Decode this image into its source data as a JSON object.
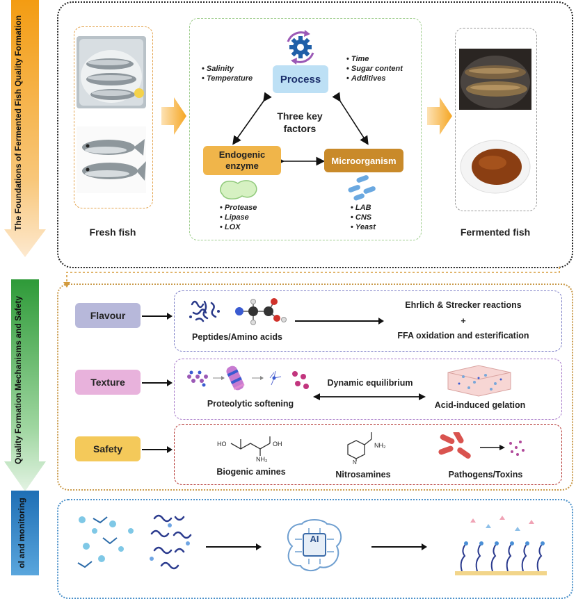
{
  "side_labels": {
    "foundations": "The Foundations of Fermented Fish Quality Formation",
    "mechanisms": "Quality Formation Mechanisms and Safety",
    "control": "ol and monitoring"
  },
  "section1": {
    "fresh_fish_label": "Fresh fish",
    "fermented_fish_label": "Fermented fish",
    "process_label": "Process",
    "three_key_factors": "Three key factors",
    "endogenic_label": "Endogenic enzyme",
    "microorganism_label": "Microorganism",
    "process_left_factors": [
      "Salinity",
      "Temperature"
    ],
    "process_right_factors": [
      "Time",
      "Sugar content",
      "Additives"
    ],
    "enzyme_items": [
      "Protease",
      "Lipase",
      "LOX"
    ],
    "microbe_items": [
      "LAB",
      "CNS",
      "Yeast"
    ]
  },
  "section2": {
    "flavour": {
      "label": "Flavour",
      "peptides_label": "Peptides/Amino acids",
      "reaction_1": "Ehrlich & Strecker reactions",
      "plus": "+",
      "reaction_2": "FFA oxidation and esterification"
    },
    "texture": {
      "label": "Texture",
      "dynamic": "Dynamic equilibrium",
      "softening": "Proteolytic softening",
      "gelation": "Acid-induced gelation"
    },
    "safety": {
      "label": "Safety",
      "biogenic": "Biogenic amines",
      "nitrosamines": "Nitrosamines",
      "pathogens": "Pathogens/Toxins",
      "chem_ho_left": "HO",
      "chem_oh_right": "OH",
      "chem_nh2": "NH₂",
      "chem_nh2_b": "NH₂"
    }
  },
  "section3": {
    "ai_label": "AI"
  },
  "colors": {
    "orange_arrow": "#f5a623",
    "green_arrow": "#3aa83f",
    "blue_arrow": "#2a7fc4",
    "process_box": "#bde0f5",
    "enzyme_box": "#f0b54a",
    "microbe_box": "#c98a2a",
    "flavour_box": "#b7b8da",
    "texture_box": "#e8b2dc",
    "safety_box": "#f4c95a"
  }
}
